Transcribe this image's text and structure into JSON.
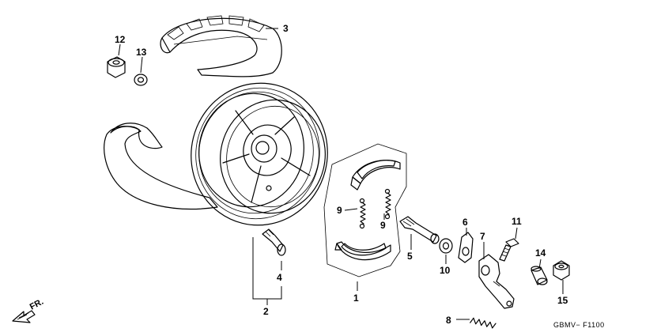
{
  "callouts": {
    "p1": "1",
    "p2": "2",
    "p3": "3",
    "p4": "4",
    "p5": "5",
    "p6": "6",
    "p7": "7",
    "p8": "8",
    "p9a": "9",
    "p9b": "9",
    "p10": "10",
    "p11": "11",
    "p12": "12",
    "p13": "13",
    "p14": "14",
    "p15": "15"
  },
  "front_indicator": "FR.",
  "drawing_code": "GBMV− F1100"
}
